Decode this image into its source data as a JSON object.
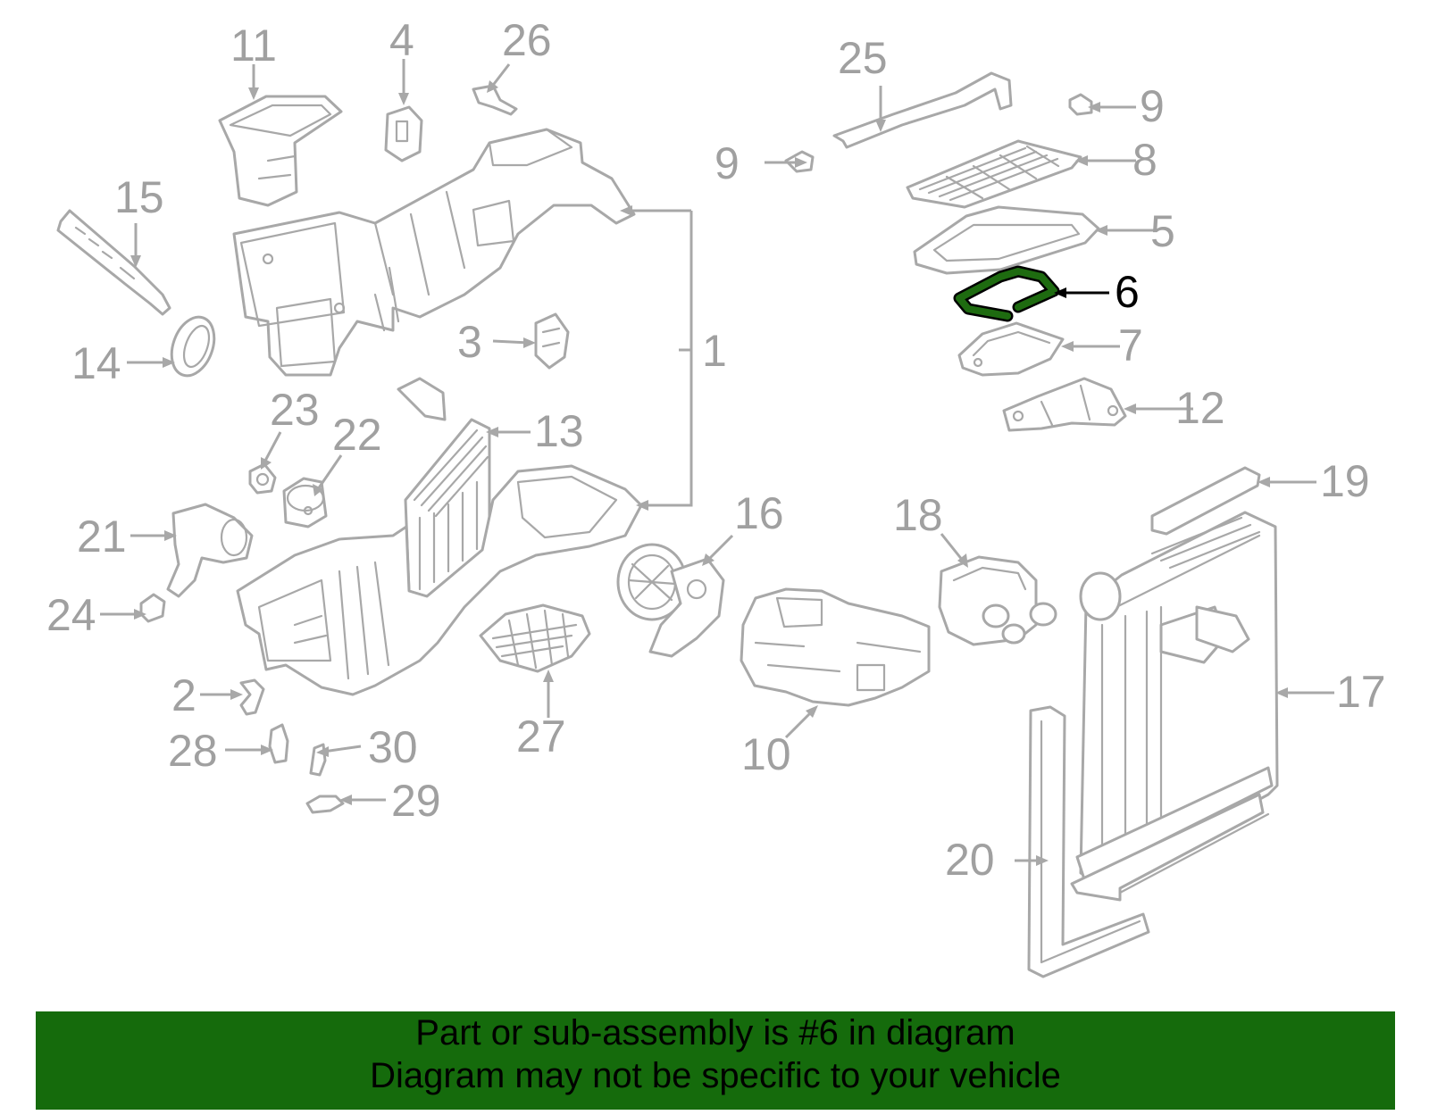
{
  "colors": {
    "highlight": "#1e6b10",
    "banner_bg": "#156b0c",
    "part_stroke": "#a8a8a8",
    "callout_text": "#a0a0a0"
  },
  "callouts": {
    "n1": "1",
    "n2": "2",
    "n3": "3",
    "n4": "4",
    "n5": "5",
    "n6": "6",
    "n7": "7",
    "n8": "8",
    "n9a": "9",
    "n9b": "9",
    "n10": "10",
    "n11": "11",
    "n12": "12",
    "n13": "13",
    "n14": "14",
    "n15": "15",
    "n16": "16",
    "n17": "17",
    "n18": "18",
    "n19": "19",
    "n20": "20",
    "n21": "21",
    "n22": "22",
    "n23": "23",
    "n24": "24",
    "n25": "25",
    "n26": "26",
    "n27": "27",
    "n28": "28",
    "n29": "29",
    "n30": "30"
  },
  "highlighted_part": "6",
  "banner": {
    "line1": "Part or sub-assembly is #6 in diagram",
    "line2": "Diagram may not be specific to your vehicle"
  }
}
